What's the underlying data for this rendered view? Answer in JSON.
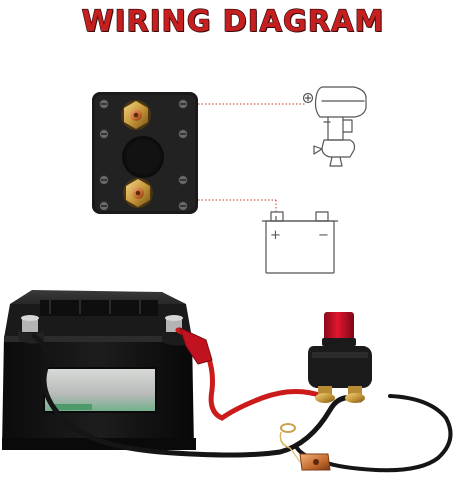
{
  "title": "WIRING DIAGRAM",
  "icons": {
    "outboard_motor": "outboard-motor-icon",
    "battery_symbol": "battery-symbol-icon",
    "switch_top_view": "battery-switch-top-view-icon",
    "real_battery": "car-battery-photo",
    "real_switch": "red-knob-disconnect-switch-photo"
  },
  "symbols": {
    "motor_terminal": "+",
    "battery_positive": "+",
    "battery_negative": "−"
  },
  "colors": {
    "title_fill": "#c51f1f",
    "leader_line": "#c0392b",
    "battery_body": "#111111",
    "positive_cable": "#cc1b1b",
    "negative_cable": "#151515",
    "switch_knob": "#c8102e",
    "brass_terminal": "#c89a3c"
  }
}
